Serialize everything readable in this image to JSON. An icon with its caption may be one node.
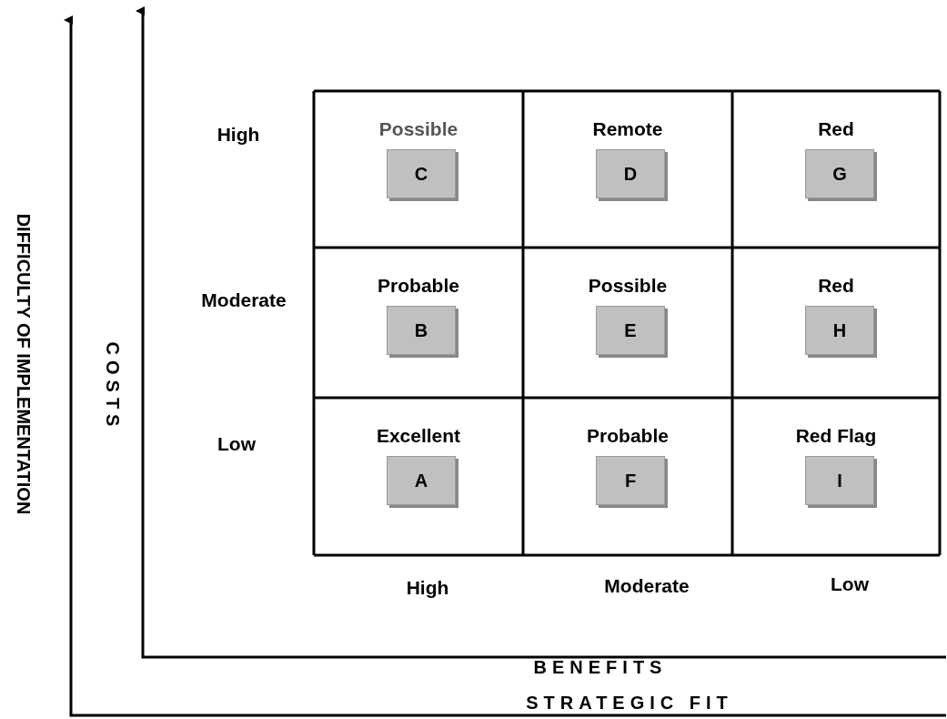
{
  "diagram": {
    "nodes": [
      {
        "text": [
          "Possible"
        ]
      },
      {
        "text": [
          "C"
        ],
        "in": 0
      },
      {
        "text": [
          "Remote"
        ]
      },
      {
        "text": [
          "D"
        ],
        "in": 2
      },
      {
        "text": [
          "Red"
        ]
      },
      {
        "text": [
          "G"
        ],
        "in": 4
      },
      {
        "text": [
          "Probable"
        ]
      },
      {
        "text": [
          "B"
        ],
        "in": 6
      },
      {
        "text": [
          "Possible"
        ]
      },
      {
        "text": [
          "E"
        ],
        "in": 8
      },
      {
        "text": [
          "Red"
        ]
      },
      {
        "text": [
          "H"
        ],
        "in": 10
      },
      {
        "text": [
          "Excellent"
        ]
      },
      {
        "text": [
          "A"
        ],
        "in": 12
      },
      {
        "text": [
          "Probable"
        ]
      },
      {
        "text": [
          "F"
        ],
        "in": 14
      },
      {
        "text": [
          "Red Flag"
        ]
      },
      {
        "text": [
          "I"
        ],
        "in": 16
      }
    ],
    "edges": [],
    "labels": [
      "DIFFICULTY OF IMPLEMENTATION",
      "COSTS",
      "High",
      "Moderate",
      "Low",
      "High",
      "Moderate",
      "Low",
      "BENEFITS",
      "STRATEGIC FIT"
    ]
  }
}
